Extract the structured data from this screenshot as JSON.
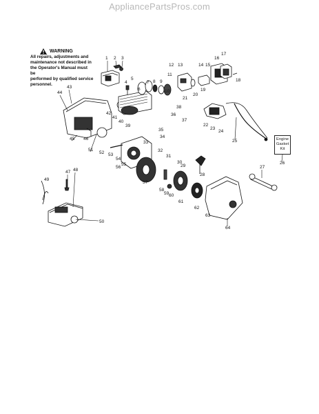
{
  "site": {
    "watermark": "AppliancePartsPros.com"
  },
  "warning": {
    "title": "WARNING",
    "lines": [
      "All repairs, adjustments and",
      "maintenance not described in",
      "the Operator's Manual must be",
      "performed by qualified service",
      "personnel."
    ]
  },
  "kit": {
    "lines": [
      "Engine",
      "Gasket",
      "Kit"
    ],
    "number": "26"
  },
  "part_numbers": [
    "1",
    "2",
    "3",
    "4",
    "5",
    "6",
    "7",
    "8",
    "9",
    "10",
    "11",
    "12",
    "13",
    "14",
    "15",
    "16",
    "17",
    "18",
    "19",
    "20",
    "21",
    "22",
    "23",
    "24",
    "25",
    "26",
    "27",
    "28",
    "29",
    "30",
    "31",
    "32",
    "33",
    "34",
    "35",
    "36",
    "37",
    "38",
    "39",
    "40",
    "41",
    "42",
    "43",
    "44",
    "45",
    "46",
    "47",
    "48",
    "49",
    "50",
    "51",
    "52",
    "53",
    "54",
    "55",
    "56",
    "57",
    "58",
    "59",
    "60",
    "61",
    "62",
    "63",
    "64"
  ],
  "icons": {
    "warning": "warning-triangle-icon"
  }
}
